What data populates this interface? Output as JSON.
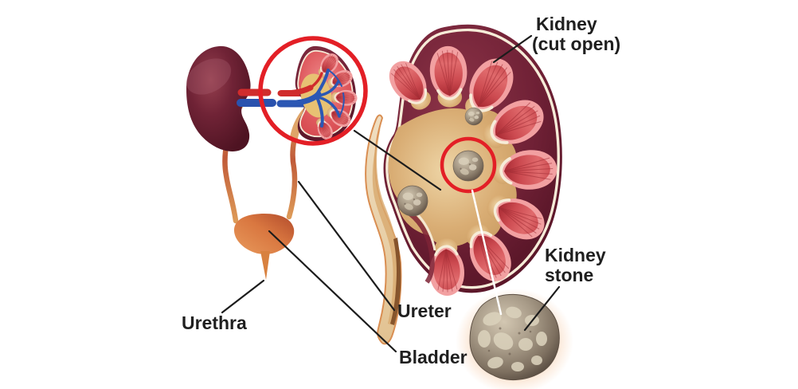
{
  "labels": {
    "kidney_cut_open": {
      "line1": "Kidney",
      "line2": "(cut open)"
    },
    "kidney_stone": {
      "line1": "Kidney",
      "line2": "stone"
    },
    "ureter": "Ureter",
    "bladder": "Bladder",
    "urethra": "Urethra"
  },
  "colors": {
    "highlight_ring": "#e31f26",
    "pointer_line": "#1c1c1c",
    "label_text": "#1f1f1f",
    "connector_white": "#ffffff",
    "kidney_capsule": "#6b1d30",
    "cortex_red": "#d9494f",
    "pyramid_pink": "#f2a0a1",
    "pyramid_red": "#c43a42",
    "renal_pelvis_tan": "#dcb27f",
    "stone_grey": "#a79a87",
    "stone_light": "#dbd2bc",
    "artery_red": "#d02c2c",
    "vein_blue": "#2a52ae",
    "bladder_orange": "#d87c42"
  }
}
